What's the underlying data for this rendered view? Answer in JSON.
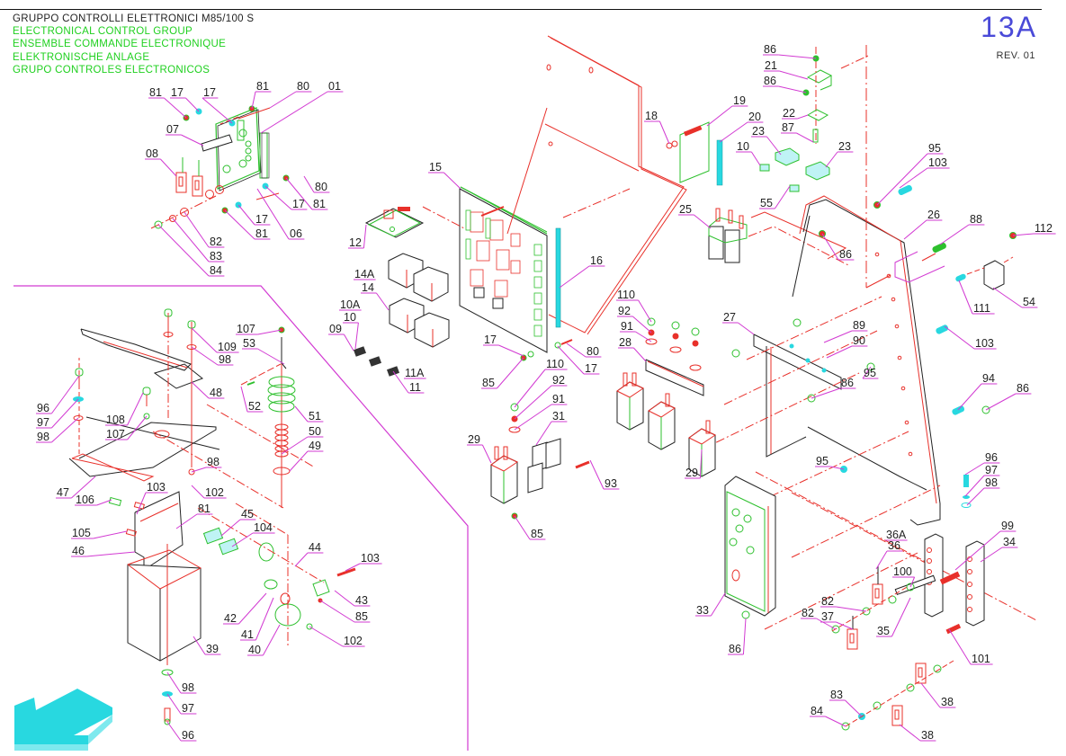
{
  "title_block": {
    "lines": [
      "GRUPPO CONTROLLI ELETTRONICI M85/100 S",
      "ELECTRONICAL CONTROL GROUP",
      "ENSEMBLE COMMANDE ELECTRONIQUE",
      "ELEKTRONISCHE ANLAGE",
      "GRUPO CONTROLES ELECTRONICOS"
    ],
    "colors": {
      "main": "#222222",
      "translations": "#1fd01f"
    }
  },
  "sheet": {
    "number": "13A",
    "revision": "REV. 01",
    "number_color": "#4a4ad8"
  },
  "colors": {
    "part_lines": "#e8302a",
    "part_green": "#2ec02e",
    "leader": "#d23ad2",
    "outline": "#222222",
    "cyan": "#28d8e0"
  },
  "callouts": [
    {
      "id": "c1",
      "label": "81"
    },
    {
      "id": "c2",
      "label": "17"
    },
    {
      "id": "c3",
      "label": "17"
    },
    {
      "id": "c4",
      "label": "81"
    },
    {
      "id": "c5",
      "label": "80"
    },
    {
      "id": "c6",
      "label": "01"
    },
    {
      "id": "c7",
      "label": "07"
    },
    {
      "id": "c8",
      "label": "08"
    },
    {
      "id": "c9",
      "label": "80"
    },
    {
      "id": "c10",
      "label": "17"
    },
    {
      "id": "c11",
      "label": "81"
    },
    {
      "id": "c12",
      "label": "17"
    },
    {
      "id": "c13",
      "label": "81"
    },
    {
      "id": "c14",
      "label": "06"
    },
    {
      "id": "c15",
      "label": "82"
    },
    {
      "id": "c16",
      "label": "83"
    },
    {
      "id": "c17",
      "label": "84"
    },
    {
      "id": "c18",
      "label": "12"
    },
    {
      "id": "c19",
      "label": "15"
    },
    {
      "id": "c20",
      "label": "14A"
    },
    {
      "id": "c21",
      "label": "14"
    },
    {
      "id": "c22",
      "label": "10A"
    },
    {
      "id": "c23",
      "label": "10"
    },
    {
      "id": "c24",
      "label": "09"
    },
    {
      "id": "c25",
      "label": "11A"
    },
    {
      "id": "c26",
      "label": "11"
    },
    {
      "id": "c27",
      "label": "16"
    },
    {
      "id": "c28",
      "label": "17"
    },
    {
      "id": "c29",
      "label": "80"
    },
    {
      "id": "c30",
      "label": "85"
    },
    {
      "id": "c31",
      "label": "17"
    },
    {
      "id": "c32",
      "label": "18"
    },
    {
      "id": "c33",
      "label": "19"
    },
    {
      "id": "c34",
      "label": "20"
    },
    {
      "id": "c35",
      "label": "10"
    },
    {
      "id": "c36",
      "label": "23"
    },
    {
      "id": "c37",
      "label": "23"
    },
    {
      "id": "c38",
      "label": "55"
    },
    {
      "id": "c39",
      "label": "86"
    },
    {
      "id": "c40",
      "label": "21"
    },
    {
      "id": "c41",
      "label": "86"
    },
    {
      "id": "c42",
      "label": "22"
    },
    {
      "id": "c43",
      "label": "87"
    },
    {
      "id": "c44",
      "label": "25"
    },
    {
      "id": "c45",
      "label": "86"
    },
    {
      "id": "c46",
      "label": "95"
    },
    {
      "id": "c47",
      "label": "103"
    },
    {
      "id": "c48",
      "label": "26"
    },
    {
      "id": "c49",
      "label": "88"
    },
    {
      "id": "c50",
      "label": "112"
    },
    {
      "id": "c51",
      "label": "54"
    },
    {
      "id": "c52",
      "label": "111"
    },
    {
      "id": "c53",
      "label": "103"
    },
    {
      "id": "c54",
      "label": "110"
    },
    {
      "id": "c55",
      "label": "92"
    },
    {
      "id": "c56",
      "label": "91"
    },
    {
      "id": "c57",
      "label": "28"
    },
    {
      "id": "c58",
      "label": "27"
    },
    {
      "id": "c59",
      "label": "89"
    },
    {
      "id": "c60",
      "label": "90"
    },
    {
      "id": "c61",
      "label": "95"
    },
    {
      "id": "c62",
      "label": "86"
    },
    {
      "id": "c63",
      "label": "94"
    },
    {
      "id": "c64",
      "label": "86"
    },
    {
      "id": "c65",
      "label": "95"
    },
    {
      "id": "c66",
      "label": "110"
    },
    {
      "id": "c67",
      "label": "92"
    },
    {
      "id": "c68",
      "label": "91"
    },
    {
      "id": "c69",
      "label": "31"
    },
    {
      "id": "c70",
      "label": "29"
    },
    {
      "id": "c71",
      "label": "93"
    },
    {
      "id": "c72",
      "label": "85"
    },
    {
      "id": "c73",
      "label": "29"
    },
    {
      "id": "c74",
      "label": "96"
    },
    {
      "id": "c75",
      "label": "97"
    },
    {
      "id": "c76",
      "label": "98"
    },
    {
      "id": "c77",
      "label": "33"
    },
    {
      "id": "c78",
      "label": "86"
    },
    {
      "id": "c79",
      "label": "36A"
    },
    {
      "id": "c80",
      "label": "36"
    },
    {
      "id": "c81",
      "label": "99"
    },
    {
      "id": "c82",
      "label": "34"
    },
    {
      "id": "c83",
      "label": "100"
    },
    {
      "id": "c84",
      "label": "82"
    },
    {
      "id": "c85",
      "label": "37"
    },
    {
      "id": "c86",
      "label": "82"
    },
    {
      "id": "c87",
      "label": "35"
    },
    {
      "id": "c88",
      "label": "101"
    },
    {
      "id": "c89",
      "label": "38"
    },
    {
      "id": "c90",
      "label": "83"
    },
    {
      "id": "c91",
      "label": "84"
    },
    {
      "id": "c92",
      "label": "38"
    },
    {
      "id": "c93",
      "label": "107"
    },
    {
      "id": "c94",
      "label": "53"
    },
    {
      "id": "c95",
      "label": "109"
    },
    {
      "id": "c96",
      "label": "98"
    },
    {
      "id": "c97",
      "label": "48"
    },
    {
      "id": "c98",
      "label": "52"
    },
    {
      "id": "c99",
      "label": "51"
    },
    {
      "id": "c100",
      "label": "50"
    },
    {
      "id": "c101",
      "label": "49"
    },
    {
      "id": "c102",
      "label": "96"
    },
    {
      "id": "c103",
      "label": "97"
    },
    {
      "id": "c104",
      "label": "98"
    },
    {
      "id": "c105",
      "label": "108"
    },
    {
      "id": "c106",
      "label": "107"
    },
    {
      "id": "c107",
      "label": "47"
    },
    {
      "id": "c108",
      "label": "98"
    },
    {
      "id": "c109",
      "label": "102"
    },
    {
      "id": "c110",
      "label": "103"
    },
    {
      "id": "c111",
      "label": "106"
    },
    {
      "id": "c112",
      "label": "81"
    },
    {
      "id": "c113",
      "label": "45"
    },
    {
      "id": "c114",
      "label": "104"
    },
    {
      "id": "c115",
      "label": "105"
    },
    {
      "id": "c116",
      "label": "46"
    },
    {
      "id": "c117",
      "label": "44"
    },
    {
      "id": "c118",
      "label": "103"
    },
    {
      "id": "c119",
      "label": "43"
    },
    {
      "id": "c120",
      "label": "85"
    },
    {
      "id": "c121",
      "label": "42"
    },
    {
      "id": "c122",
      "label": "41"
    },
    {
      "id": "c123",
      "label": "40"
    },
    {
      "id": "c124",
      "label": "102"
    },
    {
      "id": "c125",
      "label": "39"
    },
    {
      "id": "c126",
      "label": "98"
    },
    {
      "id": "c127",
      "label": "97"
    },
    {
      "id": "c128",
      "label": "96"
    }
  ]
}
